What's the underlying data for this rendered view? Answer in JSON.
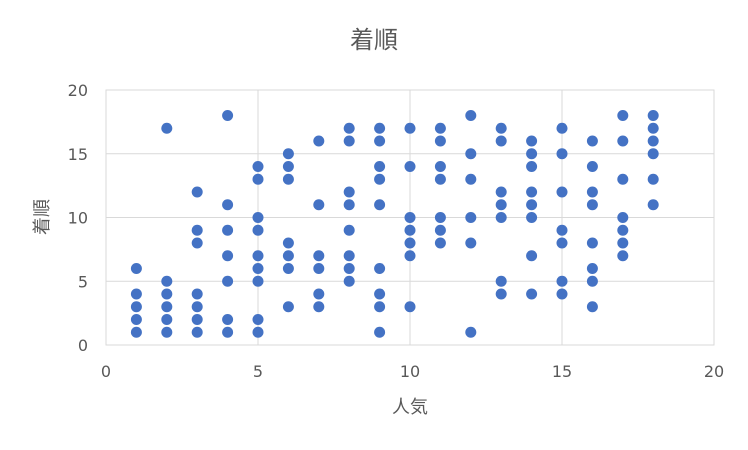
{
  "chart_data": {
    "type": "scatter",
    "title": "着順",
    "xlabel": "人気",
    "ylabel": "着順",
    "xlim": [
      0,
      20
    ],
    "ylim": [
      0,
      20
    ],
    "xticks": [
      0,
      5,
      10,
      15,
      20
    ],
    "yticks": [
      0,
      5,
      10,
      15,
      20
    ],
    "grid": true,
    "point_color": "#4472c4",
    "series": [
      {
        "points": [
          [
            1,
            6
          ],
          [
            1,
            4
          ],
          [
            1,
            3
          ],
          [
            1,
            2
          ],
          [
            1,
            1
          ],
          [
            2,
            17
          ],
          [
            2,
            5
          ],
          [
            2,
            4
          ],
          [
            2,
            3
          ],
          [
            2,
            2
          ],
          [
            2,
            1
          ],
          [
            3,
            12
          ],
          [
            3,
            9
          ],
          [
            3,
            8
          ],
          [
            3,
            4
          ],
          [
            3,
            3
          ],
          [
            3,
            2
          ],
          [
            3,
            1
          ],
          [
            4,
            18
          ],
          [
            4,
            11
          ],
          [
            4,
            9
          ],
          [
            4,
            7
          ],
          [
            4,
            5
          ],
          [
            4,
            2
          ],
          [
            4,
            1
          ],
          [
            5,
            14
          ],
          [
            5,
            13
          ],
          [
            5,
            10
          ],
          [
            5,
            9
          ],
          [
            5,
            7
          ],
          [
            5,
            6
          ],
          [
            5,
            5
          ],
          [
            5,
            2
          ],
          [
            5,
            1
          ],
          [
            6,
            15
          ],
          [
            6,
            14
          ],
          [
            6,
            13
          ],
          [
            6,
            8
          ],
          [
            6,
            7
          ],
          [
            6,
            6
          ],
          [
            6,
            3
          ],
          [
            7,
            16
          ],
          [
            7,
            11
          ],
          [
            7,
            7
          ],
          [
            7,
            6
          ],
          [
            7,
            4
          ],
          [
            7,
            3
          ],
          [
            8,
            17
          ],
          [
            8,
            16
          ],
          [
            8,
            12
          ],
          [
            8,
            11
          ],
          [
            8,
            9
          ],
          [
            8,
            7
          ],
          [
            8,
            6
          ],
          [
            8,
            5
          ],
          [
            9,
            17
          ],
          [
            9,
            16
          ],
          [
            9,
            14
          ],
          [
            9,
            13
          ],
          [
            9,
            11
          ],
          [
            9,
            6
          ],
          [
            9,
            4
          ],
          [
            9,
            3
          ],
          [
            9,
            1
          ],
          [
            10,
            17
          ],
          [
            10,
            14
          ],
          [
            10,
            10
          ],
          [
            10,
            9
          ],
          [
            10,
            8
          ],
          [
            10,
            7
          ],
          [
            10,
            3
          ],
          [
            11,
            17
          ],
          [
            11,
            16
          ],
          [
            11,
            14
          ],
          [
            11,
            13
          ],
          [
            11,
            10
          ],
          [
            11,
            9
          ],
          [
            11,
            8
          ],
          [
            12,
            18
          ],
          [
            12,
            15
          ],
          [
            12,
            13
          ],
          [
            12,
            10
          ],
          [
            12,
            8
          ],
          [
            12,
            1
          ],
          [
            13,
            17
          ],
          [
            13,
            16
          ],
          [
            13,
            12
          ],
          [
            13,
            11
          ],
          [
            13,
            10
          ],
          [
            13,
            5
          ],
          [
            13,
            4
          ],
          [
            14,
            16
          ],
          [
            14,
            15
          ],
          [
            14,
            14
          ],
          [
            14,
            12
          ],
          [
            14,
            11
          ],
          [
            14,
            10
          ],
          [
            14,
            7
          ],
          [
            14,
            4
          ],
          [
            15,
            17
          ],
          [
            15,
            15
          ],
          [
            15,
            12
          ],
          [
            15,
            9
          ],
          [
            15,
            8
          ],
          [
            15,
            5
          ],
          [
            15,
            4
          ],
          [
            16,
            16
          ],
          [
            16,
            14
          ],
          [
            16,
            12
          ],
          [
            16,
            11
          ],
          [
            16,
            8
          ],
          [
            16,
            6
          ],
          [
            16,
            5
          ],
          [
            16,
            3
          ],
          [
            17,
            18
          ],
          [
            17,
            16
          ],
          [
            17,
            13
          ],
          [
            17,
            10
          ],
          [
            17,
            9
          ],
          [
            17,
            8
          ],
          [
            17,
            7
          ],
          [
            18,
            18
          ],
          [
            18,
            17
          ],
          [
            18,
            16
          ],
          [
            18,
            15
          ],
          [
            18,
            13
          ],
          [
            18,
            11
          ]
        ]
      }
    ]
  }
}
